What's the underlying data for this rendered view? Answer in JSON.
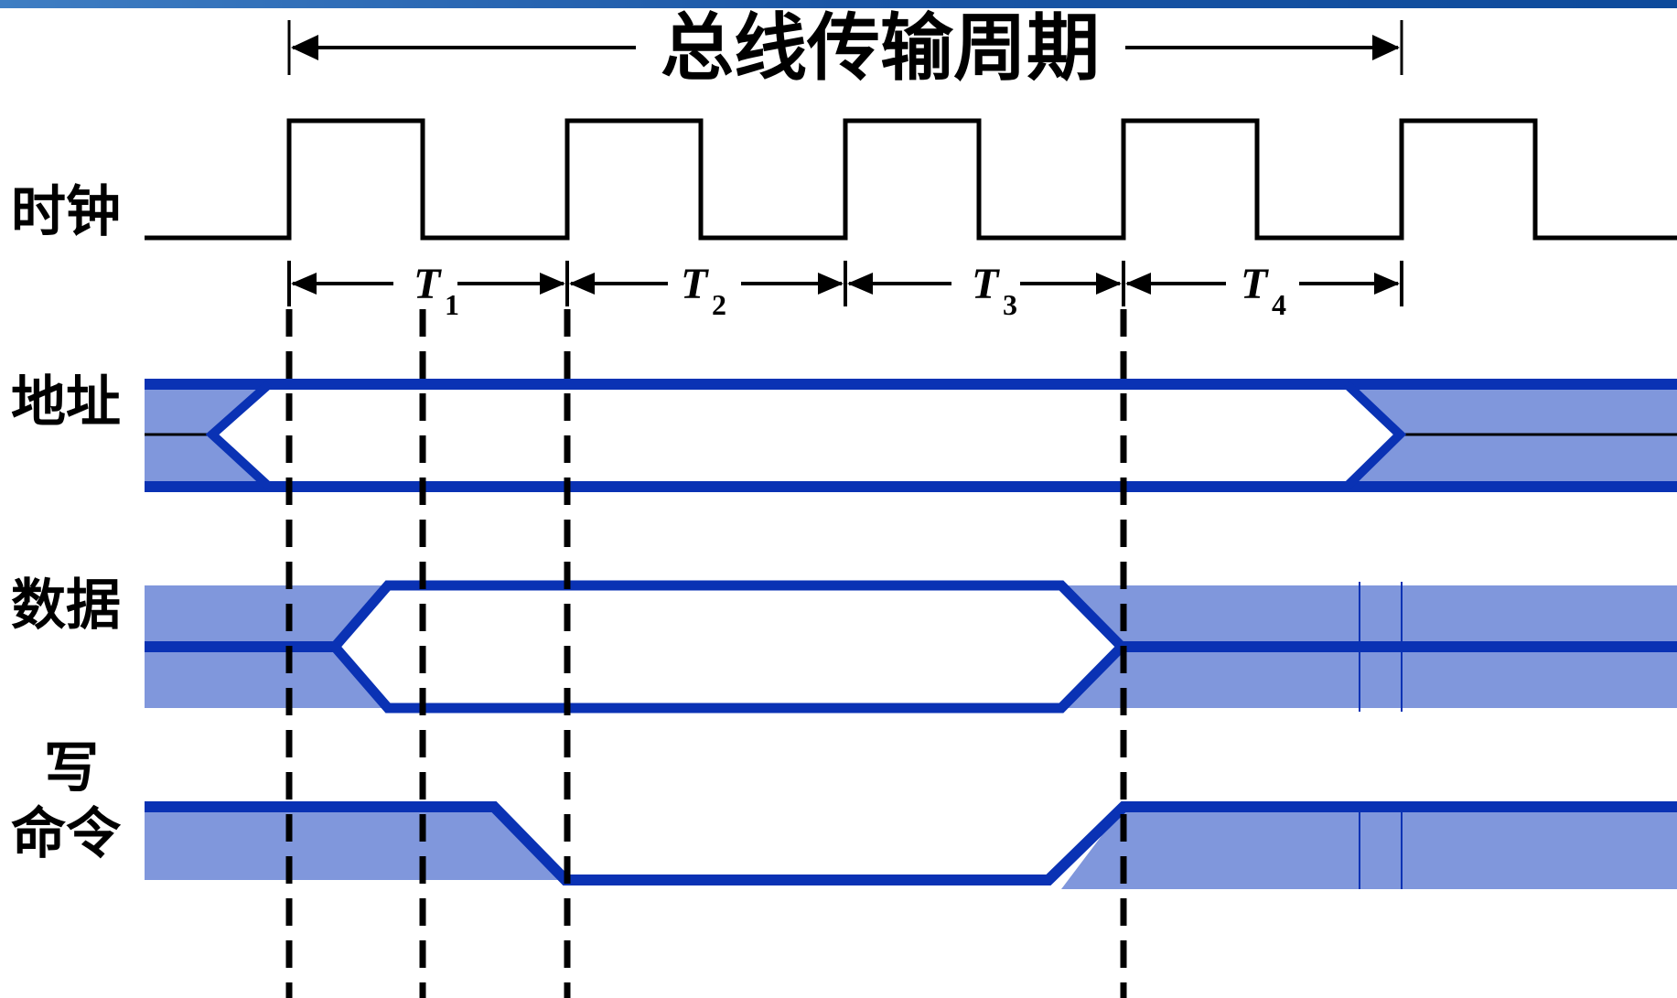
{
  "title": "总线传输周期",
  "signals": {
    "clock": "时钟",
    "address": "地址",
    "data": "数据",
    "write_command_line1": "写",
    "write_command_line2": "命令"
  },
  "periods": [
    {
      "letter": "T",
      "sub": "1"
    },
    {
      "letter": "T",
      "sub": "2"
    },
    {
      "letter": "T",
      "sub": "3"
    },
    {
      "letter": "T",
      "sub": "4"
    }
  ],
  "colors": {
    "bus_line": "#0a32b4",
    "bus_fill": "#8097dc",
    "ink": "#000000",
    "header_band": "#1a56a6"
  }
}
